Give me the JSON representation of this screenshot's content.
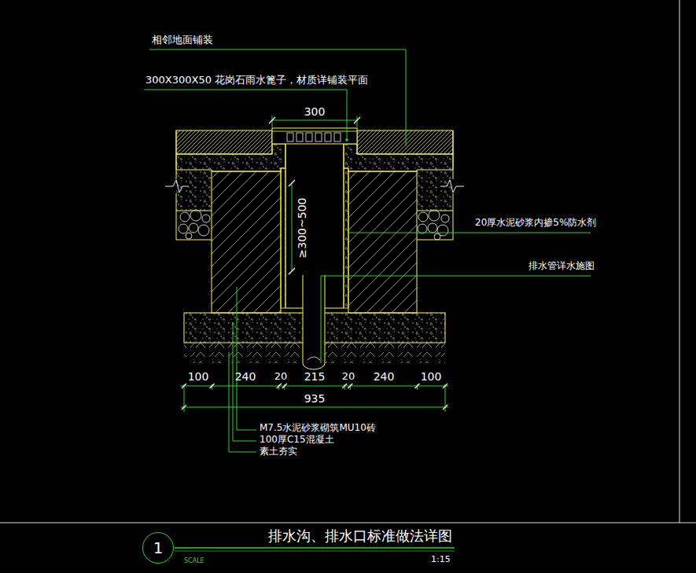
{
  "diagram": {
    "title": "排水沟、排水口标准做法详图",
    "nodes": [
      {
        "text": [
          "1"
        ]
      }
    ],
    "labels": [
      "相邻地面铺装",
      "300X300X50 花岗石雨水篦子，材质详铺装平面",
      "300",
      "≥300~500",
      "20厚水泥砂浆内掺5%防水剂",
      "排水管详水施图",
      "100",
      "240",
      "20",
      "215",
      "20",
      "240",
      "100",
      "935",
      "M7.5水泥砂浆砌筑MU10砖",
      "100厚C15混凝土",
      "素土夯实",
      "SCALE",
      "1:15"
    ]
  }
}
